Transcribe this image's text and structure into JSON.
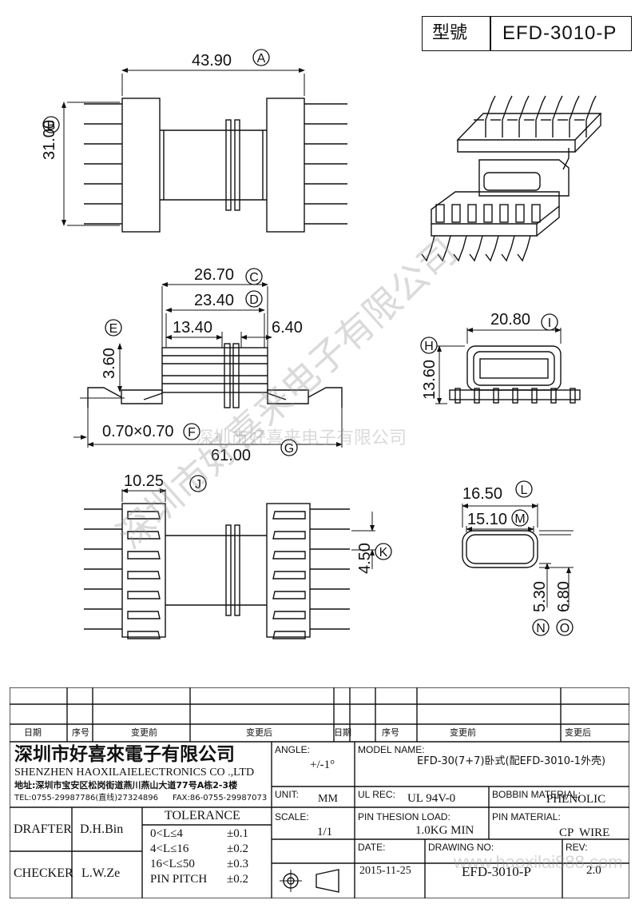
{
  "model_box": {
    "label": "型號",
    "value": "EFD-3010-P"
  },
  "dimensions": {
    "A": {
      "value": "43.90",
      "letter": "A"
    },
    "B": {
      "value": "31.00",
      "letter": "B"
    },
    "C": {
      "value": "26.70",
      "letter": "C"
    },
    "D": {
      "value": "23.40",
      "letter": "D"
    },
    "E": {
      "value": "3.60",
      "letter": "E"
    },
    "F": {
      "value": "0.70×0.70",
      "letter": "F"
    },
    "G": {
      "value": "61.00",
      "letter": "G"
    },
    "H": {
      "value": "13.60",
      "letter": "H"
    },
    "I": {
      "value": "20.80",
      "letter": "I"
    },
    "J": {
      "value": "10.25",
      "letter": "J"
    },
    "K": {
      "value": "4.50",
      "letter": "K"
    },
    "L": {
      "value": "16.50",
      "letter": "L"
    },
    "M": {
      "value": "15.10",
      "letter": "M"
    },
    "N": {
      "value": "5.30",
      "letter": "N"
    },
    "O": {
      "value": "6.80",
      "letter": "O"
    },
    "d1340": {
      "value": "13.40"
    },
    "d640": {
      "value": "6.40"
    }
  },
  "watermark": {
    "text": "深圳市好喜来电子有限公司"
  },
  "revision_table": {
    "headers": [
      "日期",
      "序号",
      "变更前",
      "变更后",
      "日期",
      "序号",
      "变更前",
      "变更后"
    ]
  },
  "company": {
    "name_cn": "深圳市好喜來電子有限公司",
    "name_en": "SHENZHEN HAOXILAIELECTRONICS CO .,LTD",
    "address": "地址:深圳市宝安区松岗街道燕川燕山大道77号A栋2-3楼",
    "tel": "TEL:0755-29987786(直线)27324896",
    "fax": "FAX:86-0755-29987073"
  },
  "drafter": {
    "label": "DRAFTER",
    "value": "D.H.Bin"
  },
  "checker": {
    "label": "CHECKER",
    "value": "L.W.Ze"
  },
  "tolerance": {
    "title": "TOLERANCE",
    "rows": [
      {
        "range": "0<L≤4",
        "value": "±0.1"
      },
      {
        "range": "4<L≤16",
        "value": "±0.2"
      },
      {
        "range": "16<L≤50",
        "value": "±0.3"
      },
      {
        "range": "PIN PITCH",
        "value": "±0.2"
      }
    ]
  },
  "angle": {
    "label": "ANGLE:",
    "value": "+/-1°"
  },
  "unit": {
    "label": "UNIT:",
    "value": "MM"
  },
  "scale": {
    "label": "SCALE:",
    "value": "1/1"
  },
  "model_name": {
    "label": "MODEL NAME:",
    "value": "EFD-30(7+7)卧式(配EFD-3010-1外壳)"
  },
  "ul_rec": {
    "label": "UL REC:",
    "value": "UL 94V-0"
  },
  "bobbin_material": {
    "label": "BOBBIN MATERIAL:",
    "value": "PHENOLIC"
  },
  "pin_tension": {
    "label": "PIN THESION LOAD:",
    "value": "1.0KG MIN"
  },
  "pin_material": {
    "label": "PIN MATERIAL:",
    "value": "CP  WIRE"
  },
  "date": {
    "label": "DATE:",
    "value": "2015-11-25"
  },
  "drawing_no": {
    "label": "DRAWING NO:",
    "value": "EFD-3010-P"
  },
  "rev": {
    "label": "REV:",
    "value": "2.0"
  },
  "footer_watermark": {
    "text": "www.haoxilai888.com"
  }
}
